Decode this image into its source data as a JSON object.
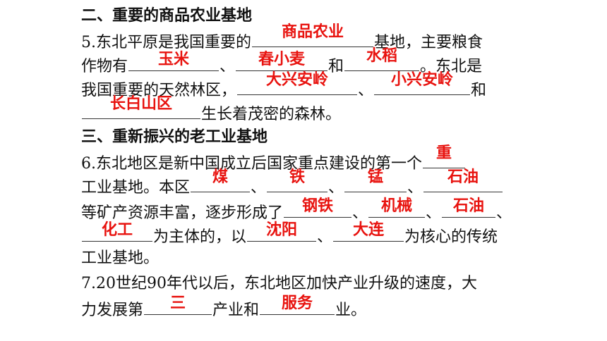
{
  "section2": {
    "heading": "二、重要的商品农业基地"
  },
  "q5": {
    "l1_a": "5.东北平原是我国重要的",
    "l1_b": "基地，主要粮食",
    "l2_a": "作物有",
    "l2_b": "、",
    "l2_c": "和",
    "l2_d": "。东北是",
    "l3_a": "我国重要的天然林区，",
    "l3_b": "、",
    "l3_c": "和",
    "l4_a": "生长着茂密的森林。",
    "answers": {
      "base": "商品农业",
      "crop1": "玉米",
      "crop2": "春小麦",
      "crop3": "水稻",
      "forest1": "大兴安岭",
      "forest2": "小兴安岭",
      "forest3": "长白山区"
    }
  },
  "section3": {
    "heading": "三、重新振兴的老工业基地"
  },
  "q6": {
    "l1_a": "6.东北地区是新中国成立后国家重点建设的第一个",
    "l2_a": "工业基地。本区",
    "l2_b": "、",
    "l2_c": "、",
    "l2_d": "、",
    "l3_a": "等矿产资源丰富，逐步形成了",
    "l3_b": "、",
    "l3_c": "、",
    "l3_d": "、",
    "l4_a": "为主体的，以",
    "l4_b": "、",
    "l4_c": "为核心的传统",
    "l5_a": "工业基地。",
    "answers": {
      "first": "重",
      "res1": "煤",
      "res2": "铁",
      "res3": "锰",
      "res4": "石油",
      "ind1": "钢铁",
      "ind2": "机械",
      "ind3": "石油",
      "ind4": "化工",
      "city1": "沈阳",
      "city2": "大连"
    }
  },
  "q7": {
    "l1": "7.20世纪90年代以后，东北地区加快产业升级的速度，大",
    "l2_a": "力发展第",
    "l2_b": "产业和",
    "l2_c": "业。",
    "answers": {
      "tertiary": "三",
      "service": "服务"
    }
  }
}
